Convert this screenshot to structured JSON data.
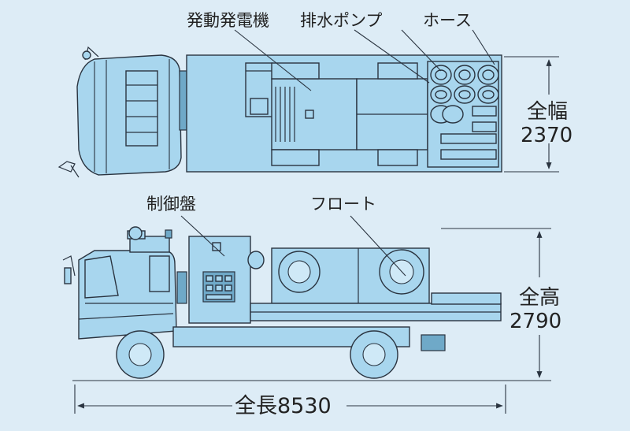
{
  "labels": {
    "generator": "発動発電機",
    "pump": "排水ポンプ",
    "hose": "ホース",
    "control_panel": "制御盤",
    "float": "フロート"
  },
  "dimensions": {
    "width_label": "全幅",
    "width_value": "2370",
    "height_label": "全高",
    "height_value": "2790",
    "length": "全長8530"
  },
  "colors": {
    "background": "#ddecf6",
    "vehicle_body": "#a8d6ee",
    "outline": "#2a3440"
  }
}
